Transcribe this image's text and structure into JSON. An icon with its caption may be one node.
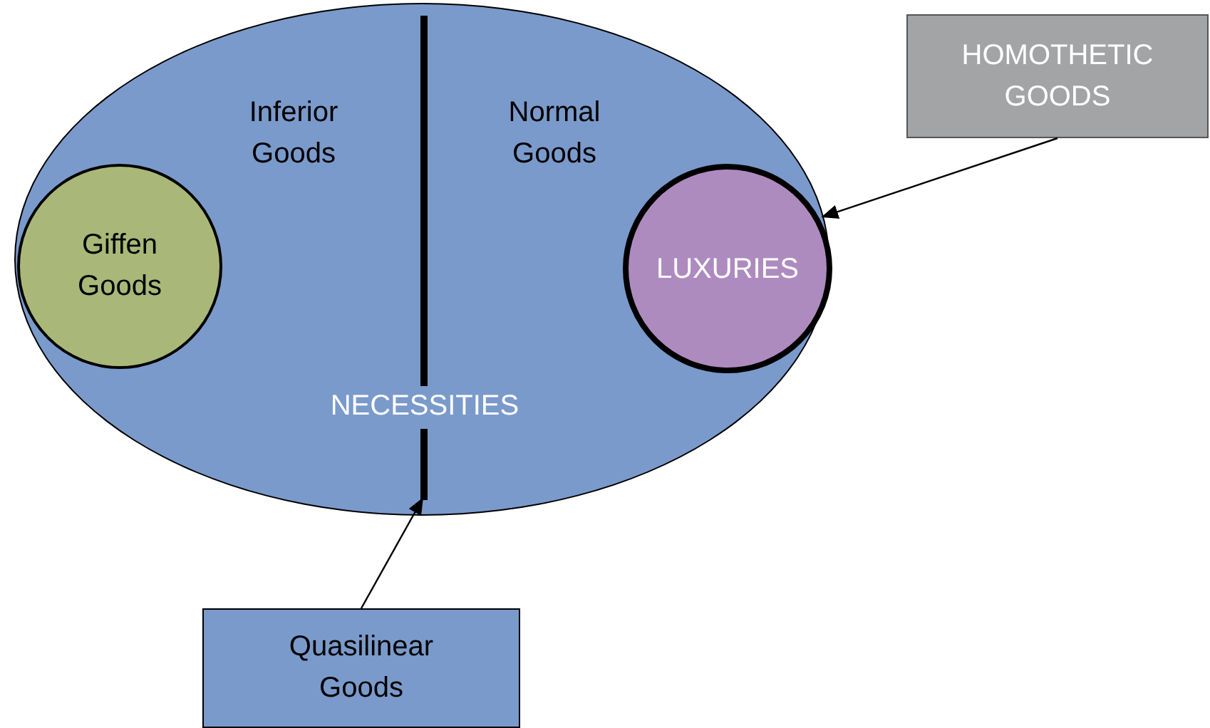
{
  "diagram": {
    "nodes": [
      {
        "text": [
          "Inferior Goods",
          "Normal Goods",
          "NECESSITIES"
        ]
      },
      {
        "text": [
          "Giffen Goods"
        ],
        "in": 0
      },
      {
        "text": [
          "LUXURIES"
        ],
        "in": 0
      },
      {
        "text": [
          "HOMOTHETIC GOODS"
        ]
      },
      {
        "text": [
          "Quasilinear Goods"
        ]
      },
      {
        "text": [],
        "shape": "bar",
        "in": 0
      }
    ],
    "edges": [
      {
        "from": 3,
        "to": 2,
        "arrow": "to"
      },
      {
        "from": 4,
        "to": 5,
        "arrow": "to"
      }
    ]
  }
}
